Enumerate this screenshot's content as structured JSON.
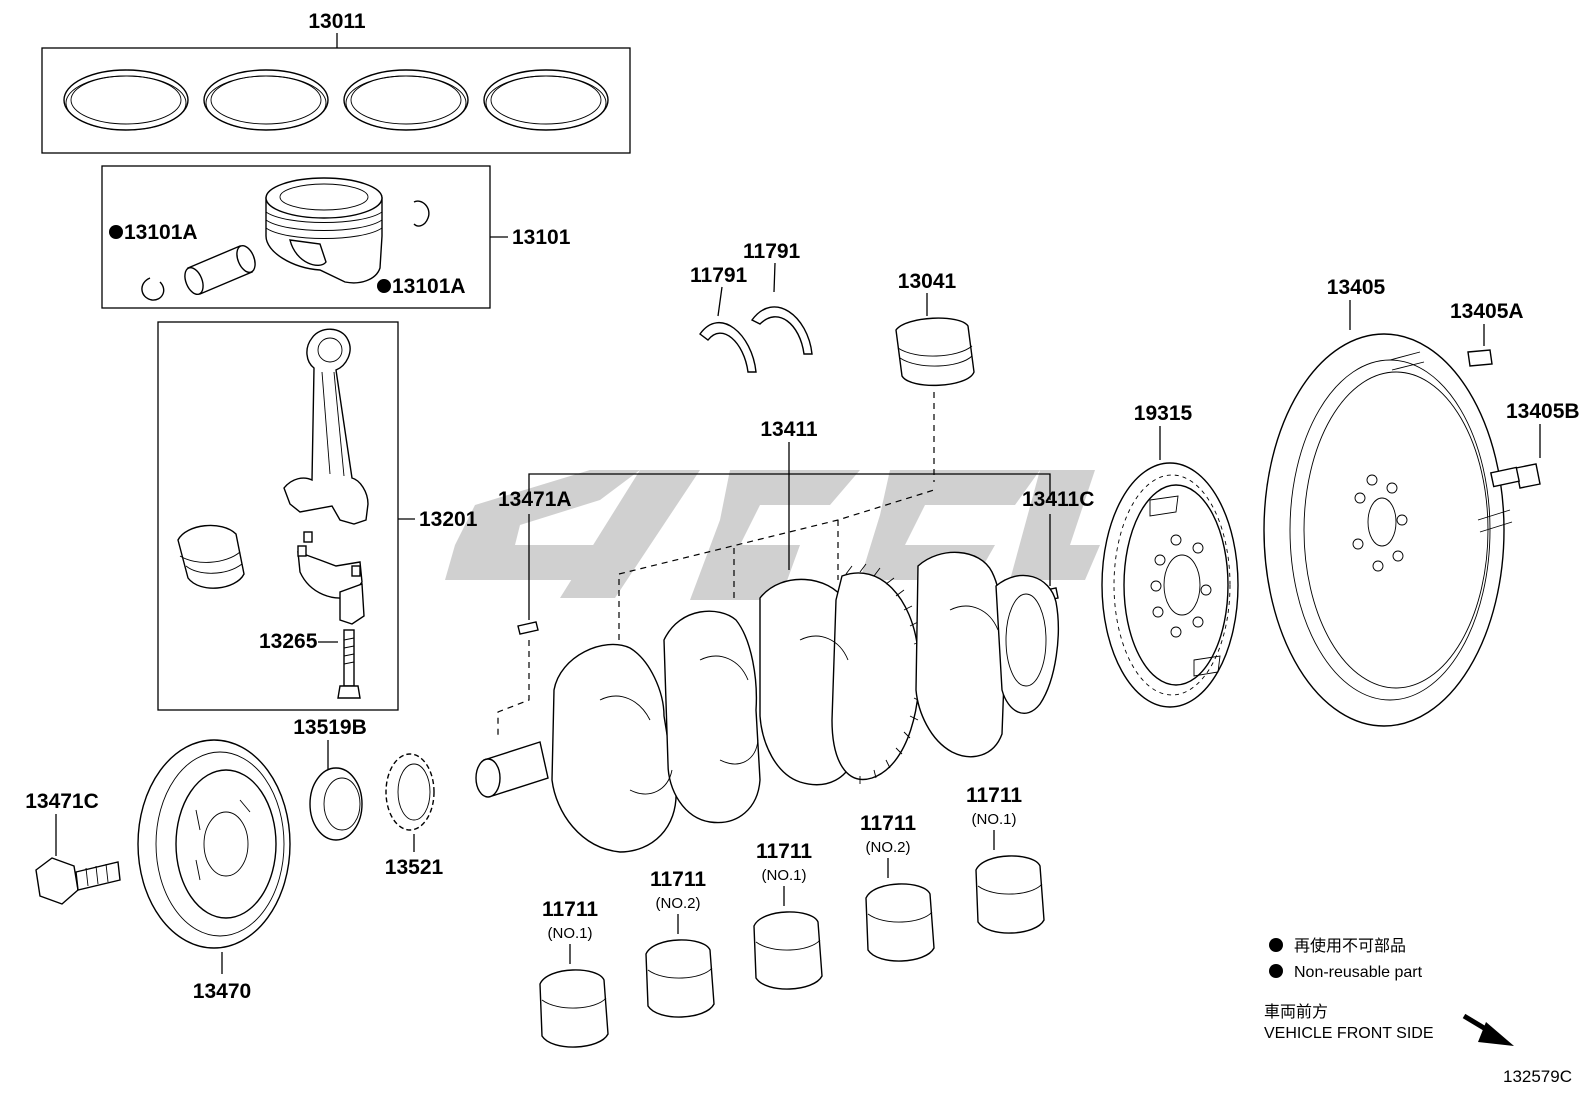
{
  "parts": {
    "p13011": "13011",
    "p13101": "13101",
    "p13101a_1": "13101A",
    "p13101a_2": "13101A",
    "p13201": "13201",
    "p13265": "13265",
    "p13519b": "13519B",
    "p13521": "13521",
    "p13470": "13470",
    "p13471c": "13471C",
    "p13471a": "13471A",
    "p13411": "13411",
    "p13411c": "13411C",
    "p11791_a": "11791",
    "p11791_b": "11791",
    "p13041": "13041",
    "p19315": "19315",
    "p13405": "13405",
    "p13405a": "13405A",
    "p13405b": "13405B"
  },
  "bearings": [
    {
      "part": "11711",
      "sub": "(NO.1)"
    },
    {
      "part": "11711",
      "sub": "(NO.2)"
    },
    {
      "part": "11711",
      "sub": "(NO.1)"
    },
    {
      "part": "11711",
      "sub": "(NO.2)"
    },
    {
      "part": "11711",
      "sub": "(NO.1)"
    }
  ],
  "legend": {
    "japanese": "再使用不可部品",
    "english": "Non-reusable part"
  },
  "front": {
    "japanese": "車両前方",
    "english": "VEHICLE FRONT SIDE"
  },
  "diagram_code": "132579C",
  "colors": {
    "ink": "#000000",
    "watermark": "#c8c8c8"
  }
}
